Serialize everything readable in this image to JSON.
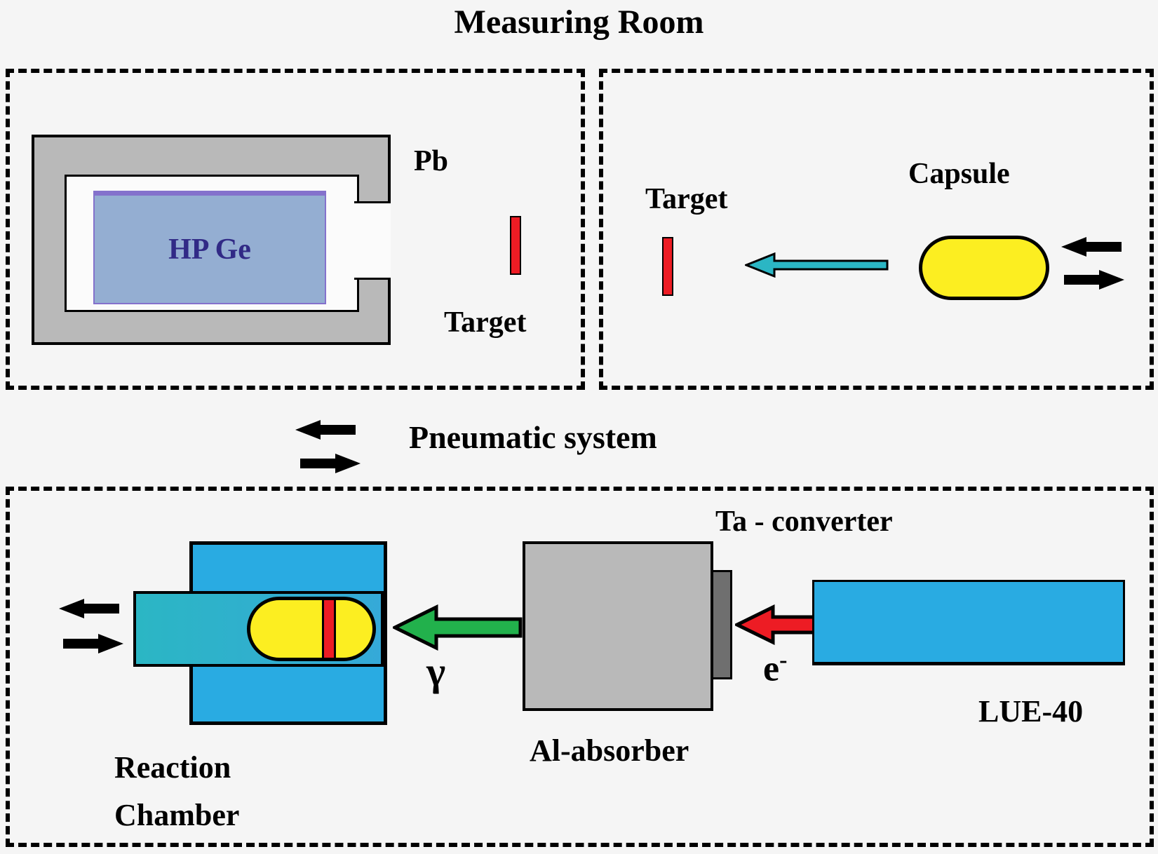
{
  "title": "Measuring Room",
  "colors": {
    "bg": "#f5f5f5",
    "gray": "#b9b9b9",
    "darkgray": "#6f6f6f",
    "blue": "#29abe2",
    "detectorblue": "#94aed2",
    "teal": "#2bb6c4",
    "yellow": "#fcee21",
    "red": "#ed1c24",
    "green": "#22b14c",
    "navy": "#312a86"
  },
  "measuring_room": {
    "detector_label": "HP Ge",
    "pb_label": "Pb",
    "target_label": "Target"
  },
  "transfer_section": {
    "target_label": "Target",
    "capsule_label": "Capsule"
  },
  "pneumatic": {
    "label": "Pneumatic system"
  },
  "irradiation": {
    "ta_converter_label": "Ta - converter",
    "gamma_label": "γ",
    "al_absorber_label": "Al-absorber",
    "electron_label": "e",
    "electron_sup": "-",
    "lue_label": "LUE-40",
    "reaction_line1": "Reaction",
    "reaction_line2": "Chamber"
  }
}
